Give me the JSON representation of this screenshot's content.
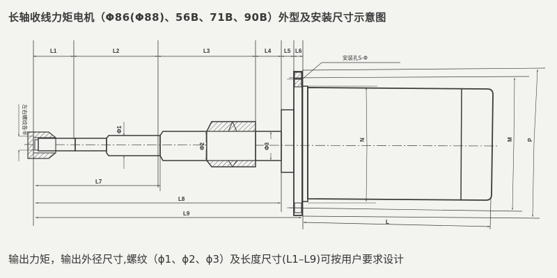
{
  "title": "长轴收线力矩电机（Φ86(Φ88)、56B、71B、90B）外型及安装尺寸示意图",
  "caption": "输出力矩，输出外径尺寸,螺纹（ϕ1、ϕ2、ϕ3）及长度尺寸(L1–L9)可按用户要求设计",
  "dimensions": {
    "top": [
      "L1",
      "L2",
      "L3",
      "L4",
      "L5",
      "L6"
    ],
    "bottom": [
      "L7",
      "L8",
      "L9"
    ],
    "motor_length": "L",
    "diameters": [
      "Φ1",
      "Φ2",
      "Φ3"
    ],
    "motor_heights": [
      "N",
      "M",
      "P"
    ]
  },
  "annotations": {
    "mount_hole": "安装孔S-Φ",
    "thread_note": "左右螺纹各半"
  },
  "colors": {
    "background": "#f3f3f0",
    "line": "#3a3a3a"
  }
}
